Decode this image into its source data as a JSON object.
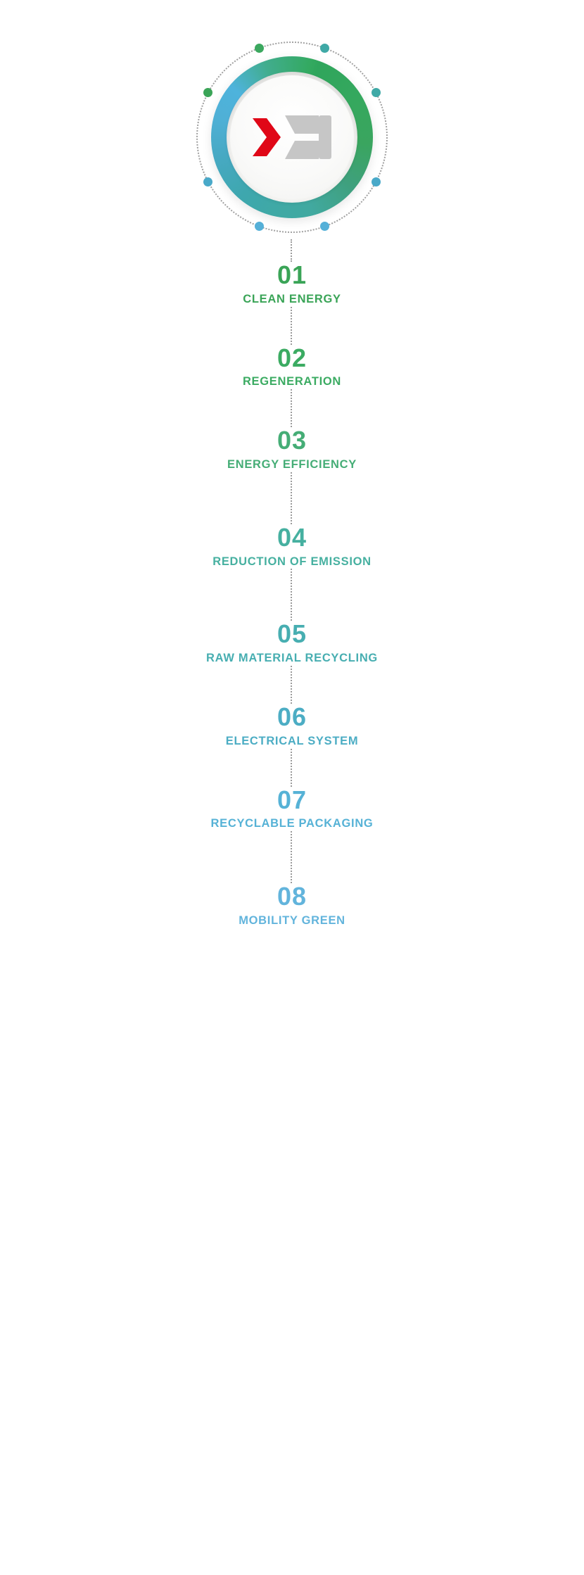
{
  "logo": {
    "name": "company-logo-medallion",
    "mark_colors": {
      "chevron": "#e00717",
      "letter": "#c6c6c6"
    },
    "ring_gradient": [
      "#2fa55c",
      "#3fa9a6",
      "#4eb3dc"
    ],
    "orbit_dots": [
      {
        "angle": -62,
        "color": "#3aa457"
      },
      {
        "angle": -20,
        "color": "#3ba85f"
      },
      {
        "angle": 20,
        "color": "#3fa9a6"
      },
      {
        "angle": 62,
        "color": "#3fa9a6"
      },
      {
        "angle": 118,
        "color": "#49a9c9"
      },
      {
        "angle": 160,
        "color": "#55b0d8"
      },
      {
        "angle": 200,
        "color": "#55b0d8"
      },
      {
        "angle": 242,
        "color": "#49a9c9"
      }
    ]
  },
  "steps": [
    {
      "number": "01",
      "label": "CLEAN ENERGY",
      "color": "#3aa457",
      "gap": 32
    },
    {
      "number": "02",
      "label": "REGENERATION",
      "color": "#3bab62",
      "gap": 54
    },
    {
      "number": "03",
      "label": "ENERGY EFFICIENCY",
      "color": "#45ad76",
      "gap": 54
    },
    {
      "number": "04",
      "label": "REDUCTION OF EMISSION",
      "color": "#46b0a0",
      "gap": 74
    },
    {
      "number": "05",
      "label": "RAW MATERIAL RECYCLING",
      "color": "#47aeb1",
      "gap": 74
    },
    {
      "number": "06",
      "label": "ELECTRICAL SYSTEM",
      "color": "#4cadc4",
      "gap": 54
    },
    {
      "number": "07",
      "label": "RECYCLABLE PACKAGING",
      "color": "#56b2d6",
      "gap": 54
    },
    {
      "number": "08",
      "label": "MOBILITY GREEN",
      "color": "#62b4dc",
      "gap": 74
    }
  ]
}
